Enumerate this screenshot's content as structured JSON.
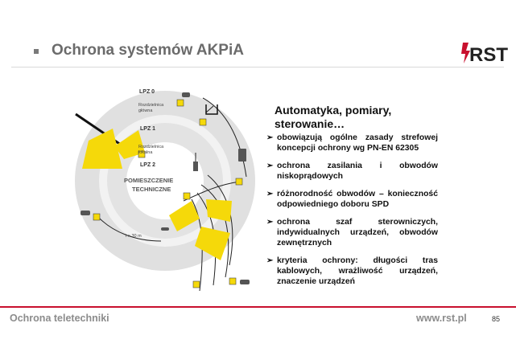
{
  "slide": {
    "title": "Ochrona systemów AKPiA",
    "logo_text": "RST",
    "heading": "Automatyka, pomiary, sterowanie…",
    "bullets": [
      "obowiązują ogólne zasady strefowej koncepcji ochrony wg PN-EN 62305",
      "ochrona zasilania i obwodów niskoprądowych",
      "różnorodność obwodów – konieczność odpowiedniego doboru SPD",
      "ochrona szaf sterowniczych, indywidualnych urządzeń, obwodów zewnętrznych",
      "kryteria ochrony: długości tras kablowych, wrażliwość urządzeń, znaczenie urządzeń"
    ],
    "footer_left": "Ochrona teletechniki",
    "footer_url": "www.rst.pl",
    "page_number": "85"
  },
  "diagram": {
    "lpz0": "LPZ 0",
    "lpz1": "LPZ 1",
    "lpz2": "LPZ 2",
    "main_board_line1": "Rozdzielnica",
    "main_board_line2": "główna",
    "local_board_line1": "Rozdzielnica",
    "local_board_line2": "lokalna",
    "room_line1": "POMIESZCZENIE",
    "room_line2": "TECHNICZNE",
    "distance": "l > 30 m"
  },
  "colors": {
    "accent_red": "#c8102e",
    "spd_yellow": "#f5d90a",
    "ring_grey": "#dadada"
  }
}
